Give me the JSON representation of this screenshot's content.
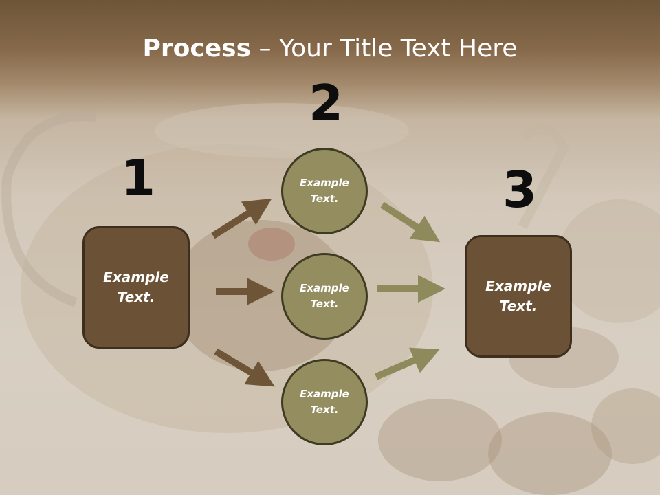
{
  "slide": {
    "title_bold": "Process",
    "title_rest": " – Your Title Text Here"
  },
  "steps": {
    "one": "1",
    "two": "2",
    "three": "3"
  },
  "boxes": {
    "left": {
      "line1": "Example",
      "line2": "Text."
    },
    "right": {
      "line1": "Example",
      "line2": "Text."
    }
  },
  "circles": [
    {
      "line1": "Example",
      "line2": "Text."
    },
    {
      "line1": "Example",
      "line2": "Text."
    },
    {
      "line1": "Example",
      "line2": "Text."
    }
  ],
  "colors": {
    "box_fill": "#6b5236",
    "circle_fill": "#938d5f",
    "arrow_brown": "#6e5538",
    "arrow_olive": "#8e8a5c"
  }
}
